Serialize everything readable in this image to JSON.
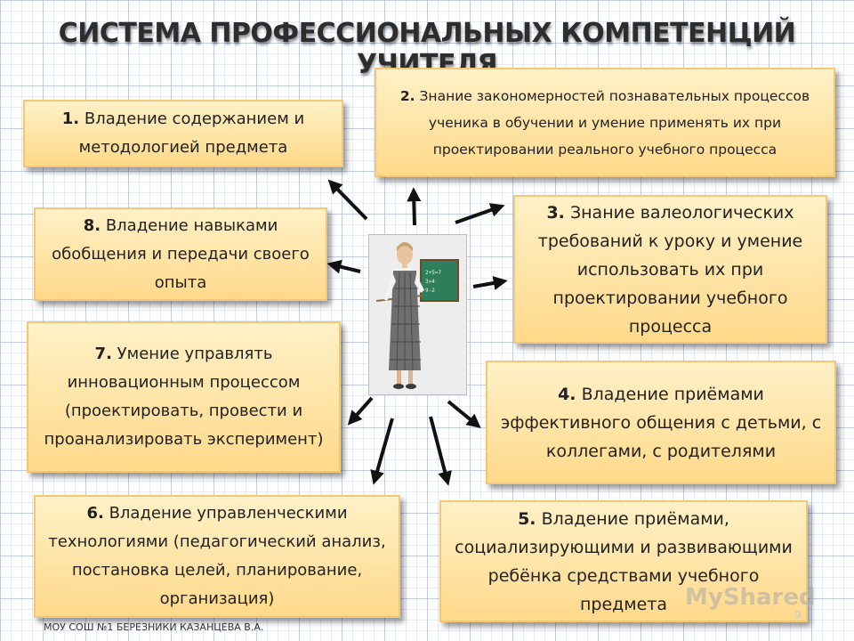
{
  "title": "СИСТЕМА ПРОФЕССИОНАЛЬНЫХ КОМПЕТЕНЦИЙ УЧИТЕЛЯ",
  "boxes": [
    {
      "num": "1.",
      "text": "Владение содержанием и методологией предмета"
    },
    {
      "num": "2.",
      "text": "Знание закономерностей познавательных процессов ученика в обучении и умение применять их при проектировании реального учебного процесса"
    },
    {
      "num": "3.",
      "text": "Знание валеологических требований к уроку и умение использовать их при проектировании учебного процесса"
    },
    {
      "num": "4.",
      "text": "Владение приёмами эффективного общения с детьми, с коллегами, с родителями"
    },
    {
      "num": "5.",
      "text": "Владение приёмами, социализирующими и развивающими ребёнка средствами учебного предмета"
    },
    {
      "num": "6.",
      "text": "Владение управленческими технологиями (педагогический анализ, постановка целей, планирование, организация)"
    },
    {
      "num": "7.",
      "text": "Умение управлять инновационным процессом (проектировать, провести и проанализировать эксперимент)"
    },
    {
      "num": "8.",
      "text": "Владение навыками обобщения и передачи своего опыта"
    }
  ],
  "footer": "МОУ СОШ №1 БЕРЕЗНИКИ КАЗАНЦЕВА В.А.",
  "page_number": "9",
  "watermark": "MyShared",
  "colors": {
    "box_fill_top": "#fff1c7",
    "box_fill_bottom": "#ffd98a",
    "box_border": "#f2c778",
    "arrow": "#111111"
  },
  "icons": {
    "center": "teacher-with-chalkboard-photo"
  }
}
